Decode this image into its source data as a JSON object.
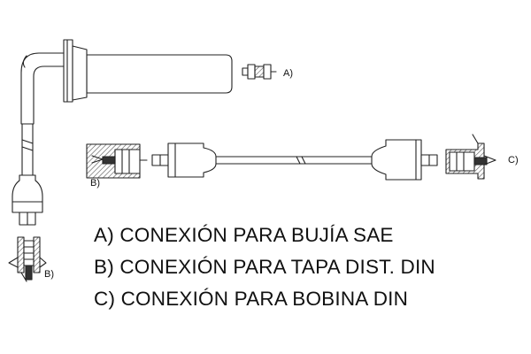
{
  "callouts": {
    "a": "A)",
    "b": "B)",
    "c": "C)"
  },
  "legend": [
    "A) CONEXIÓN PARA BUJÍA SAE",
    "B) CONEXIÓN PARA TAPA DIST. DIN",
    "C) CONEXIÓN PARA BOBINA DIN"
  ],
  "colors": {
    "line": "#222222",
    "fill": "#ffffff",
    "hatch": "#555555",
    "dark": "#333333"
  }
}
